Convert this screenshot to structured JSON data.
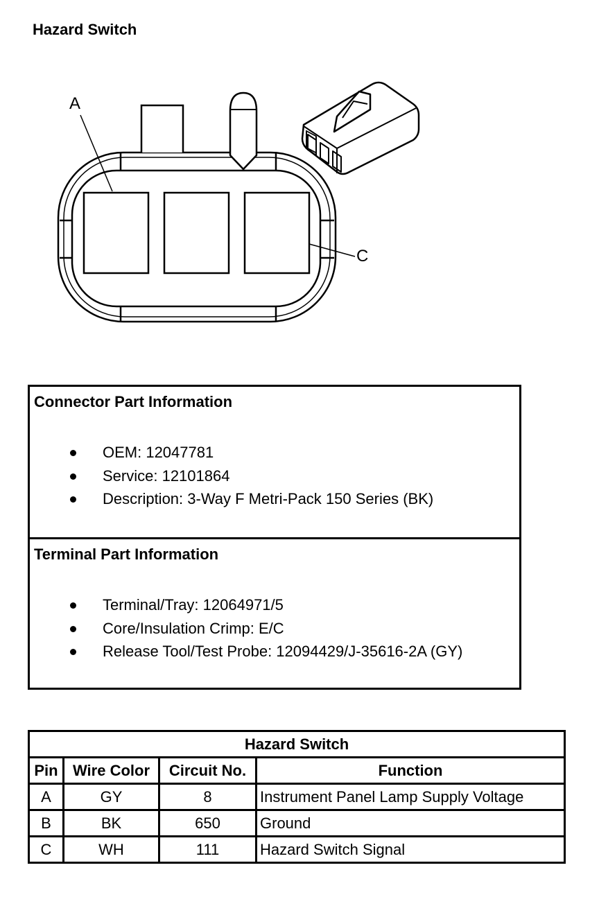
{
  "page_title": "Hazard Switch",
  "diagram": {
    "callouts": {
      "a": "A",
      "c": "C"
    }
  },
  "connector_info": {
    "heading": "Connector Part Information",
    "items": [
      "OEM: 12047781",
      "Service: 12101864",
      "Description: 3-Way F Metri-Pack 150 Series (BK)"
    ]
  },
  "terminal_info": {
    "heading": "Terminal Part Information",
    "items": [
      "Terminal/Tray: 12064971/5",
      "Core/Insulation Crimp: E/C",
      "Release Tool/Test Probe: 12094429/J-35616-2A (GY)"
    ]
  },
  "pin_table": {
    "caption": "Hazard Switch",
    "headers": [
      "Pin",
      "Wire Color",
      "Circuit No.",
      "Function"
    ],
    "rows": [
      [
        "A",
        "GY",
        "8",
        "Instrument Panel Lamp Supply Voltage"
      ],
      [
        "B",
        "BK",
        "650",
        "Ground"
      ],
      [
        "C",
        "WH",
        "111",
        "Hazard Switch Signal"
      ]
    ]
  }
}
